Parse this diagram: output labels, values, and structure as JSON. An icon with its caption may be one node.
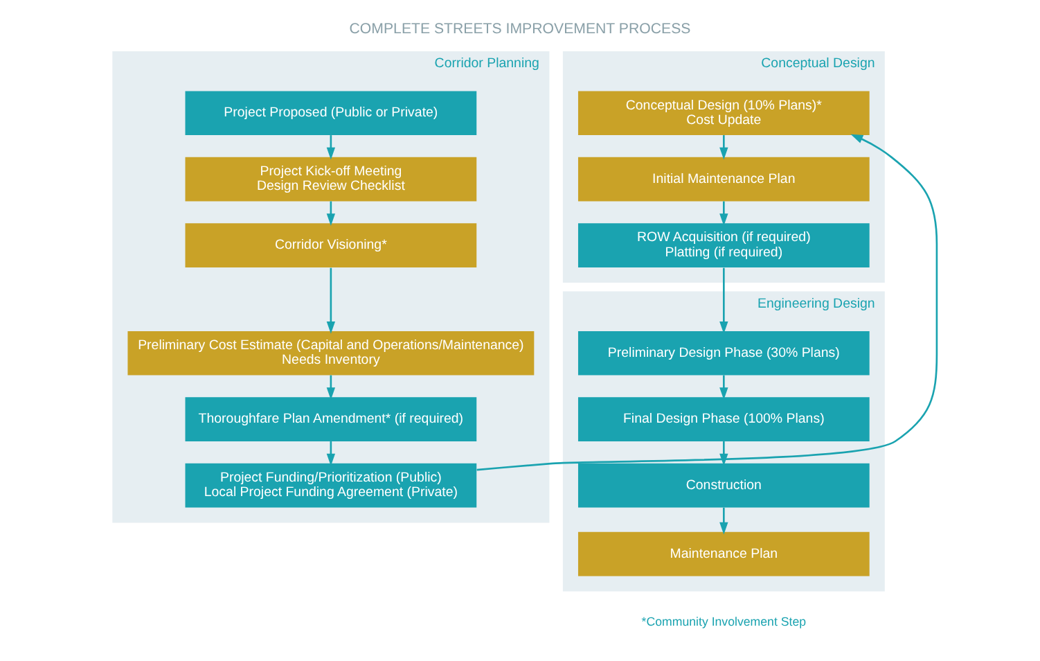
{
  "diagram": {
    "title": "COMPLETE STREETS IMPROVEMENT PROCESS",
    "nodes": [
      {
        "text": [
          "Corridor Planning"
        ]
      },
      {
        "text": [
          "Project Proposed (Public or Private)"
        ],
        "in": 0
      },
      {
        "text": [
          "Project Kick-off Meeting",
          "Design Review Checklist"
        ],
        "in": 0
      },
      {
        "text": [
          "Corridor Visioning*"
        ],
        "in": 0
      },
      {
        "text": [
          "Preliminary Cost Estimate (Capital and Operations/Maintenance)",
          "Needs Inventory"
        ],
        "in": 0
      },
      {
        "text": [
          "Thoroughfare Plan Amendment* (if required)"
        ],
        "in": 0
      },
      {
        "text": [
          "Project Funding/Prioritization (Public)",
          "Local Project Funding Agreement (Private)"
        ],
        "in": 0
      },
      {
        "text": [
          "Conceptual Design"
        ]
      },
      {
        "text": [
          "Conceptual Design (10% Plans)*",
          "Cost Update"
        ],
        "in": 7
      },
      {
        "text": [
          "Initial Maintenance Plan"
        ],
        "in": 7
      },
      {
        "text": [
          "ROW Acquisition (if required)",
          "Platting (if required)"
        ],
        "in": 7
      },
      {
        "text": [
          "Engineering Design"
        ]
      },
      {
        "text": [
          "Preliminary Design Phase (30% Plans)"
        ],
        "in": 11
      },
      {
        "text": [
          "Final Design Phase (100% Plans)"
        ],
        "in": 11
      },
      {
        "text": [
          "Construction"
        ],
        "in": 11
      },
      {
        "text": [
          "Maintenance Plan"
        ],
        "in": 11
      }
    ],
    "edges": [
      {
        "from": 1,
        "to": 2,
        "arrow": "to"
      },
      {
        "from": 2,
        "to": 3,
        "arrow": "to"
      },
      {
        "from": 3,
        "to": 4,
        "arrow": "to"
      },
      {
        "from": 4,
        "to": 5,
        "arrow": "to"
      },
      {
        "from": 5,
        "to": 6,
        "arrow": "to"
      },
      {
        "from": 6,
        "to": 8,
        "arrow": "to"
      },
      {
        "from": 8,
        "to": 9,
        "arrow": "to"
      },
      {
        "from": 9,
        "to": 10,
        "arrow": "to"
      },
      {
        "from": 10,
        "to": 12,
        "arrow": "to"
      },
      {
        "from": 12,
        "to": 13,
        "arrow": "to"
      },
      {
        "from": 13,
        "to": 14,
        "arrow": "to"
      },
      {
        "from": 14,
        "to": 15,
        "arrow": "to"
      }
    ],
    "labels": [
      "*Community Involvement Step"
    ]
  }
}
